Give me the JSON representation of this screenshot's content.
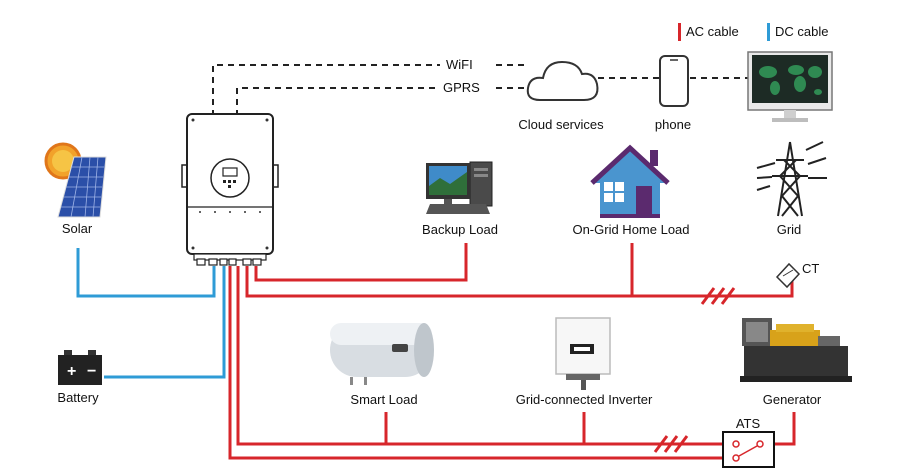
{
  "legend": {
    "ac": "AC cable",
    "dc": "DC cable",
    "ac_color": "#d7262b",
    "dc_color": "#2e9bd6"
  },
  "links": {
    "wifi": "WiFI",
    "gprs": "GPRS"
  },
  "nodes": {
    "cloud": "Cloud services",
    "phone": "phone",
    "solar": "Solar",
    "backup_load": "Backup Load",
    "on_grid_home_load": "On-Grid Home Load",
    "grid": "Grid",
    "ct": "CT",
    "battery": "Battery",
    "smart_load": "Smart Load",
    "grid_inverter": "Grid-connected Inverter",
    "generator": "Generator",
    "ats": "ATS"
  },
  "battery_terminals": {
    "plus": "+",
    "minus": "−"
  }
}
